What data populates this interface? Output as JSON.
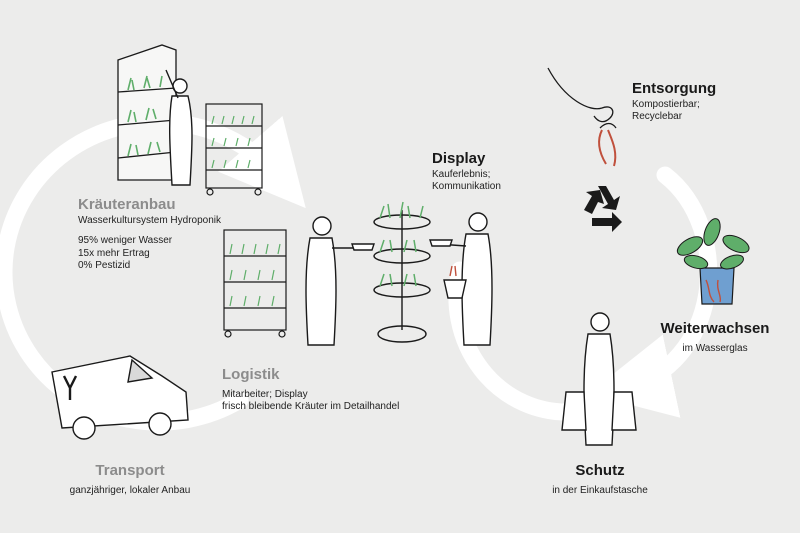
{
  "stations": {
    "kraeuteranbau": {
      "title": "Kräuteranbau",
      "subtitle": "Wasserkultursystem Hydroponik",
      "facts": [
        "95% weniger Wasser",
        "15x mehr Ertrag",
        "0% Pestizid"
      ]
    },
    "transport": {
      "title": "Transport",
      "subtitle": "ganzjähriger, lokaler Anbau"
    },
    "logistik": {
      "title": "Logistik",
      "lines": [
        "Mitarbeiter; Display",
        "frisch bleibende Kräuter im Detailhandel"
      ]
    },
    "display": {
      "title": "Display",
      "lines": [
        "Kauferlebnis;",
        "Kommunikation"
      ]
    },
    "entsorgung": {
      "title": "Entsorgung",
      "lines": [
        "Kompostierbar;",
        "Recyclebar"
      ]
    },
    "weiterwachsen": {
      "title": "Weiterwachsen",
      "subtitle": "im Wasserglas"
    },
    "schutz": {
      "title": "Schutz",
      "subtitle": "in der Einkaufstasche"
    }
  },
  "colors": {
    "background": "#ececeb",
    "cycle_arrows": "#ffffff",
    "ink": "#1a1a1a",
    "leaf_green": "#5fae6a",
    "root_red": "#c0503c",
    "water_blue": "#6f9fd0"
  },
  "icons": [
    "greenhouse-shelf-icon",
    "trolley-icon",
    "van-icon",
    "worker-icon",
    "display-tower-icon",
    "customer-icon",
    "hand-herb-icon",
    "recycle-icon",
    "potted-plant-icon",
    "shopper-icon"
  ]
}
